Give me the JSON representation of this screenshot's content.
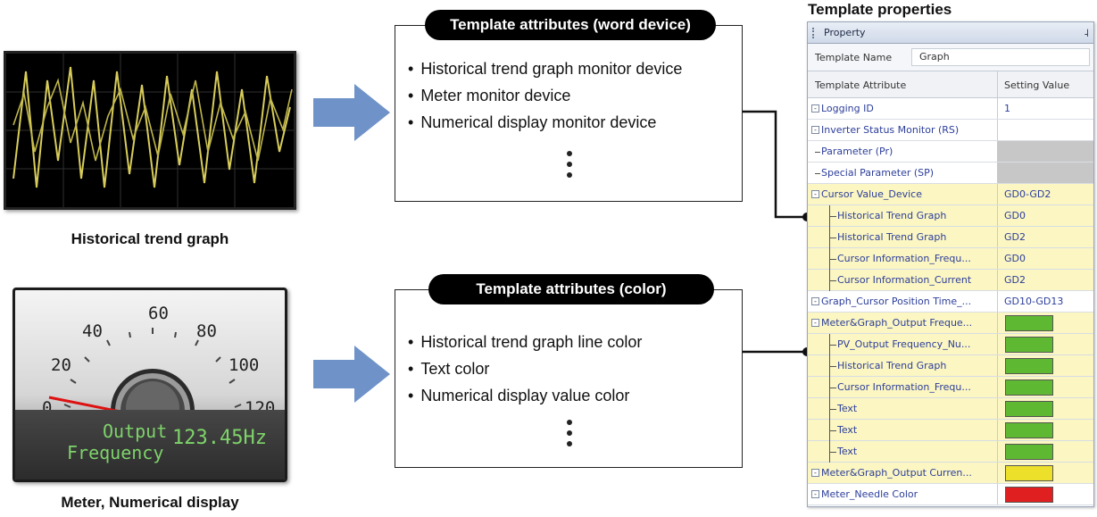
{
  "captions": {
    "trend": "Historical trend graph",
    "meter": "Meter, Numerical display",
    "properties": "Template properties"
  },
  "meter": {
    "scale": [
      "0",
      "20",
      "40",
      "60",
      "80",
      "100",
      "120"
    ],
    "display_label_1": "Output",
    "display_label_2": "Frequency",
    "display_value": "123.45Hz"
  },
  "word_box": {
    "title": "Template attributes (word device)",
    "items": [
      "Historical trend graph monitor device",
      "Meter monitor device",
      "Numerical display monitor device"
    ]
  },
  "color_box": {
    "title": "Template attributes (color)",
    "items": [
      "Historical trend graph line color",
      "Text color",
      "Numerical display value color"
    ]
  },
  "panel": {
    "header": "Property",
    "pin_icon": "pin-icon",
    "template_name_label": "Template Name",
    "template_name_value": "Graph",
    "col_attribute": "Template Attribute",
    "col_value": "Setting Value",
    "rows": [
      {
        "name": "Logging ID",
        "value": "1",
        "depth": 0,
        "expander": true
      },
      {
        "name": "Inverter Status Monitor (RS)",
        "value": "",
        "depth": 0,
        "expander": true
      },
      {
        "name": "Parameter (Pr)",
        "value": "",
        "depth": 0,
        "gray": true
      },
      {
        "name": "Special Parameter (SP)",
        "value": "",
        "depth": 0,
        "gray": true
      },
      {
        "name": "Cursor Value_Device",
        "value": "GD0-GD2",
        "depth": 0,
        "expander": true,
        "yellow": true
      },
      {
        "name": "Historical Trend Graph",
        "value": "GD0",
        "depth": 1,
        "yellow": true
      },
      {
        "name": "Historical Trend Graph",
        "value": "GD2",
        "depth": 1,
        "yellow": true
      },
      {
        "name": "Cursor Information_Frequ...",
        "value": "GD0",
        "depth": 1,
        "yellow": true
      },
      {
        "name": "Cursor Information_Current",
        "value": "GD2",
        "depth": 1,
        "yellow": true
      },
      {
        "name": "Graph_Cursor Position Time_...",
        "value": "GD10-GD13",
        "depth": 0,
        "expander": true
      },
      {
        "name": "Meter&Graph_Output Freque...",
        "value": "",
        "depth": 0,
        "expander": true,
        "yellow": true,
        "color": "#5fb832"
      },
      {
        "name": "PV_Output Frequency_Nu...",
        "value": "",
        "depth": 1,
        "yellow": true,
        "color": "#5fb832"
      },
      {
        "name": "Historical Trend Graph",
        "value": "",
        "depth": 1,
        "yellow": true,
        "color": "#5fb832"
      },
      {
        "name": "Cursor Information_Frequ...",
        "value": "",
        "depth": 1,
        "yellow": true,
        "color": "#5fb832"
      },
      {
        "name": "Text",
        "value": "",
        "depth": 1,
        "yellow": true,
        "color": "#5fb832"
      },
      {
        "name": "Text",
        "value": "",
        "depth": 1,
        "yellow": true,
        "color": "#5fb832"
      },
      {
        "name": "Text",
        "value": "",
        "depth": 1,
        "yellow": true,
        "color": "#5fb832"
      },
      {
        "name": "Meter&Graph_Output Curren...",
        "value": "",
        "depth": 0,
        "expander": true,
        "yellow": true,
        "color": "#ece02a"
      },
      {
        "name": "Meter_Needle Color",
        "value": "",
        "depth": 0,
        "expander": true,
        "color": "#e02020"
      }
    ]
  },
  "colors": {
    "trend_line": "#d8cd5a",
    "arrow": "#6f93c8",
    "lcd_text": "#7ed36a",
    "needle": "#dd1111"
  }
}
